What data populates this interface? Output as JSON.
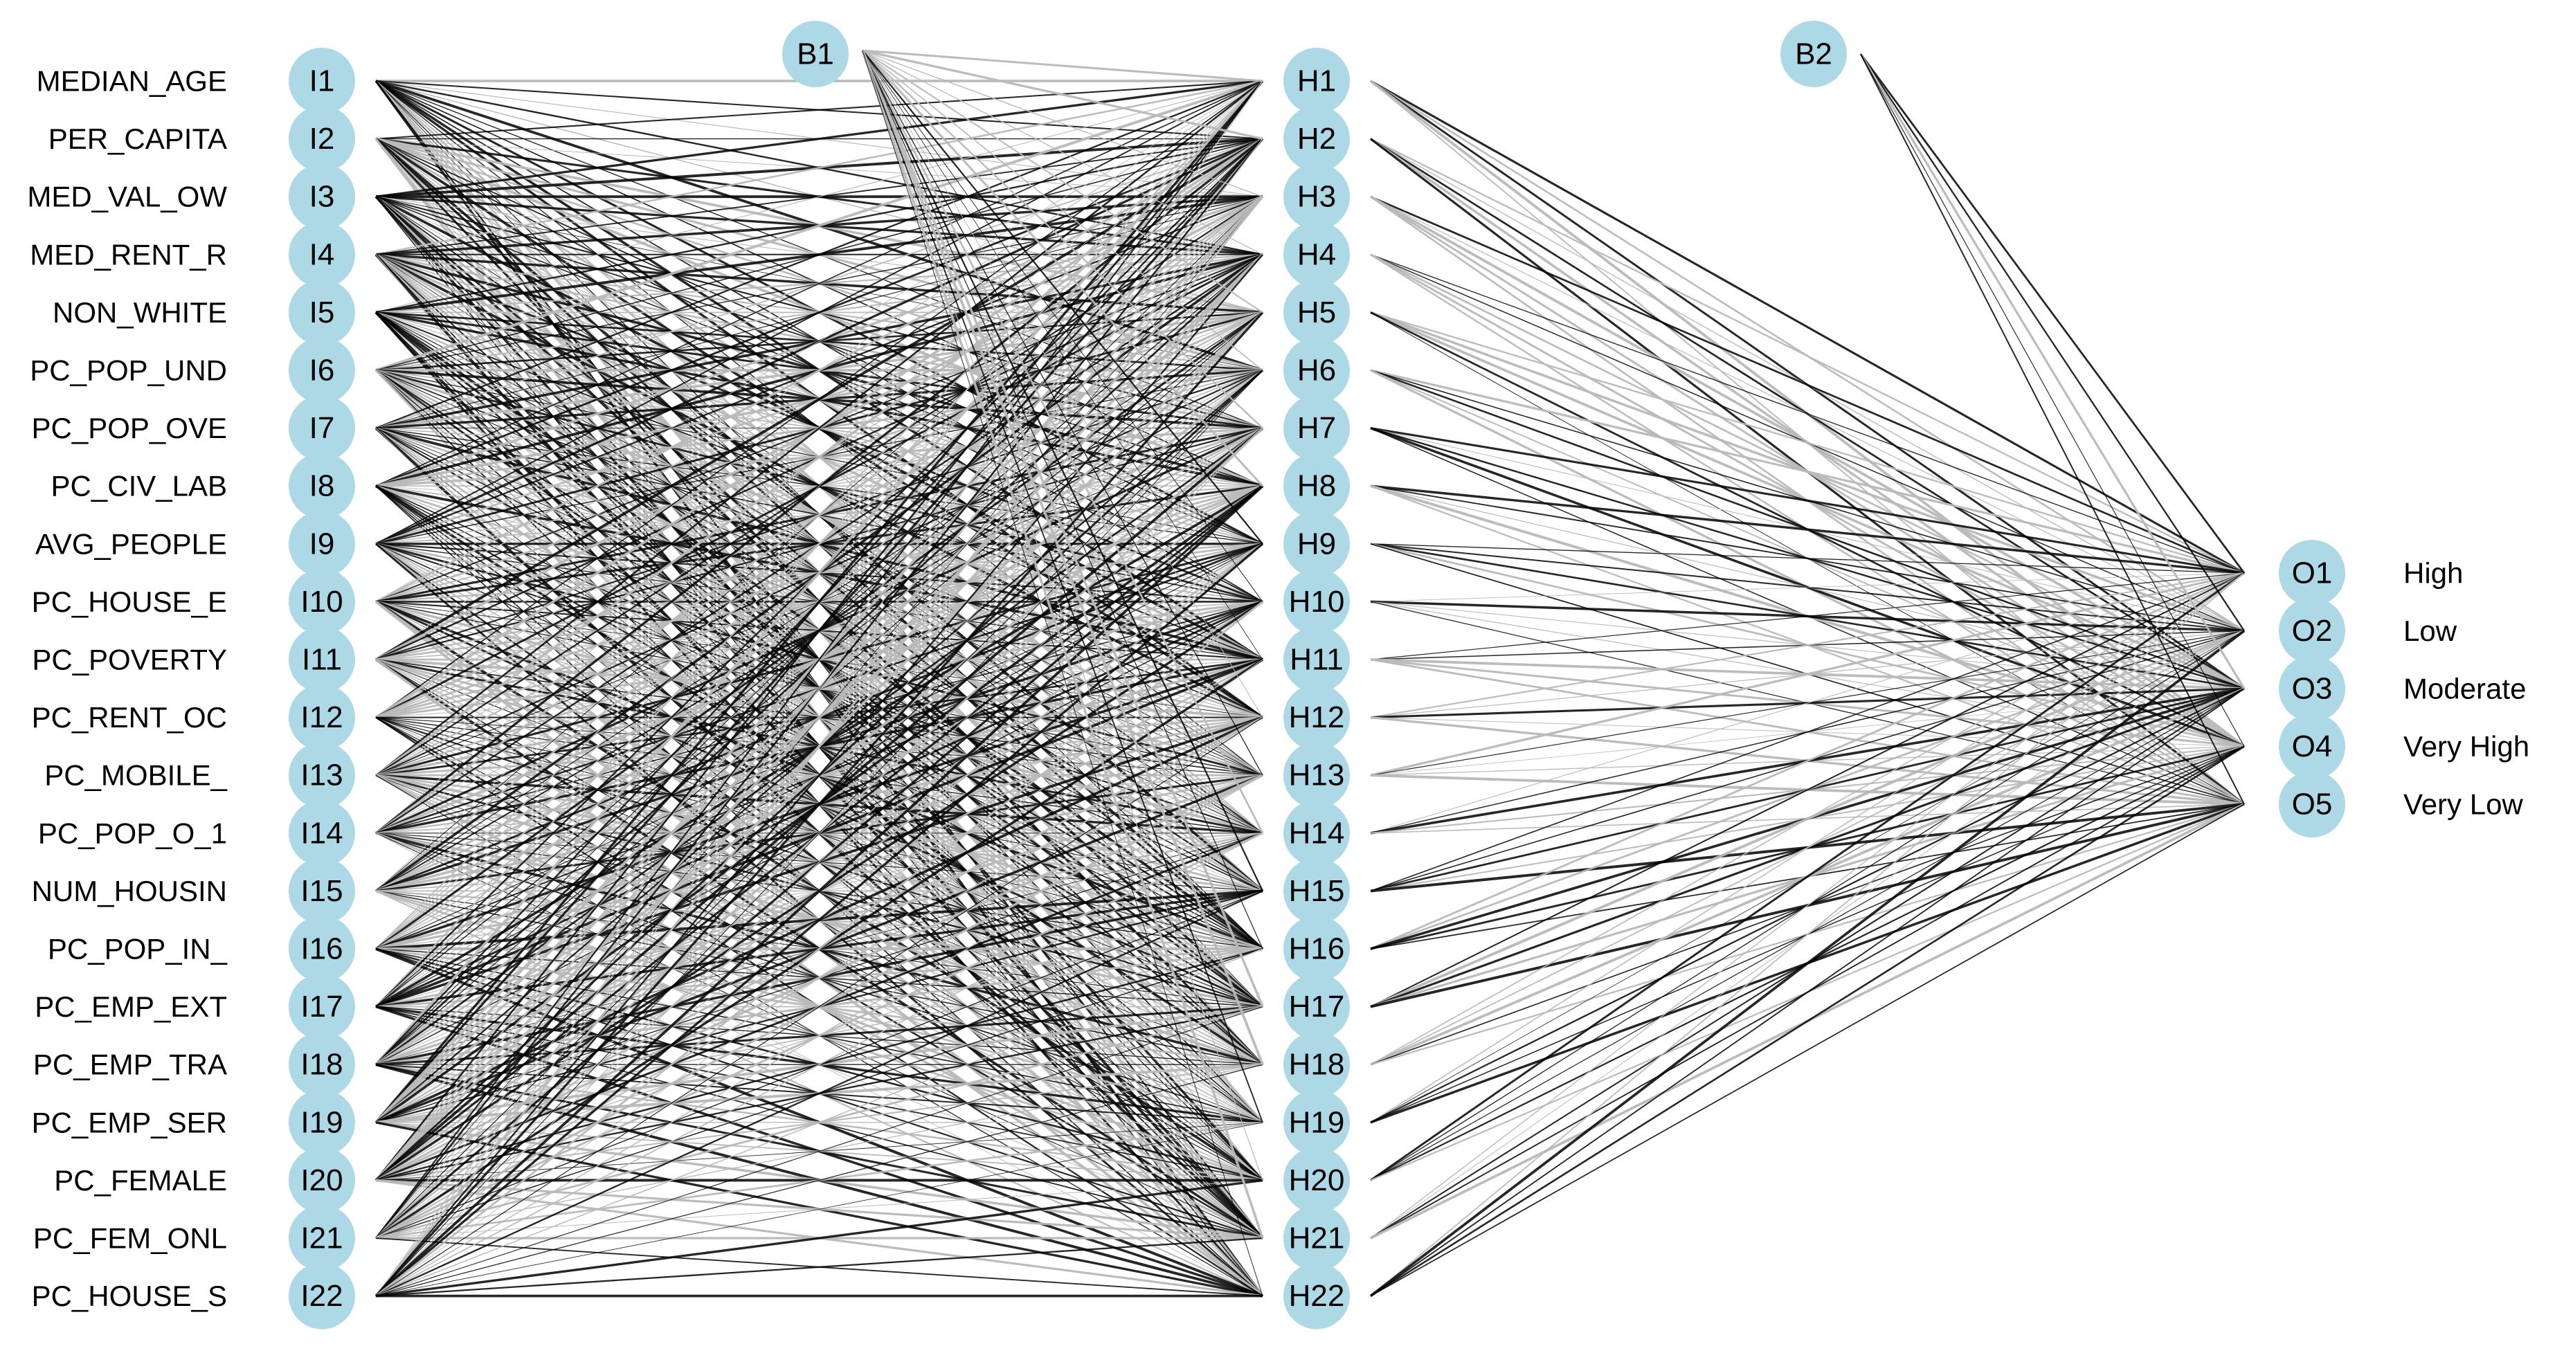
{
  "colors": {
    "node_fill": "#add8e6",
    "positive_weight": "#000000",
    "negative_weight": "#b8b8b8",
    "background": "#ffffff"
  },
  "network": {
    "bias_nodes": [
      {
        "id": "B1",
        "label": "B1"
      },
      {
        "id": "B2",
        "label": "B2"
      }
    ],
    "input_nodes": [
      {
        "id": "I1",
        "label": "I1",
        "feature": "MEDIAN_AGE"
      },
      {
        "id": "I2",
        "label": "I2",
        "feature": "PER_CAPITA"
      },
      {
        "id": "I3",
        "label": "I3",
        "feature": "MED_VAL_OW"
      },
      {
        "id": "I4",
        "label": "I4",
        "feature": "MED_RENT_R"
      },
      {
        "id": "I5",
        "label": "I5",
        "feature": "NON_WHITE"
      },
      {
        "id": "I6",
        "label": "I6",
        "feature": "PC_POP_UND"
      },
      {
        "id": "I7",
        "label": "I7",
        "feature": "PC_POP_OVE"
      },
      {
        "id": "I8",
        "label": "I8",
        "feature": "PC_CIV_LAB"
      },
      {
        "id": "I9",
        "label": "I9",
        "feature": "AVG_PEOPLE"
      },
      {
        "id": "I10",
        "label": "I10",
        "feature": "PC_HOUSE_E"
      },
      {
        "id": "I11",
        "label": "I11",
        "feature": "PC_POVERTY"
      },
      {
        "id": "I12",
        "label": "I12",
        "feature": "PC_RENT_OC"
      },
      {
        "id": "I13",
        "label": "I13",
        "feature": "PC_MOBILE_"
      },
      {
        "id": "I14",
        "label": "I14",
        "feature": "PC_POP_O_1"
      },
      {
        "id": "I15",
        "label": "I15",
        "feature": "NUM_HOUSIN"
      },
      {
        "id": "I16",
        "label": "I16",
        "feature": "PC_POP_IN_"
      },
      {
        "id": "I17",
        "label": "I17",
        "feature": "PC_EMP_EXT"
      },
      {
        "id": "I18",
        "label": "I18",
        "feature": "PC_EMP_TRA"
      },
      {
        "id": "I19",
        "label": "I19",
        "feature": "PC_EMP_SER"
      },
      {
        "id": "I20",
        "label": "I20",
        "feature": "PC_FEMALE"
      },
      {
        "id": "I21",
        "label": "I21",
        "feature": "PC_FEM_ONL"
      },
      {
        "id": "I22",
        "label": "I22",
        "feature": "PC_HOUSE_S"
      }
    ],
    "hidden_nodes": [
      {
        "id": "H1",
        "label": "H1"
      },
      {
        "id": "H2",
        "label": "H2"
      },
      {
        "id": "H3",
        "label": "H3"
      },
      {
        "id": "H4",
        "label": "H4"
      },
      {
        "id": "H5",
        "label": "H5"
      },
      {
        "id": "H6",
        "label": "H6"
      },
      {
        "id": "H7",
        "label": "H7"
      },
      {
        "id": "H8",
        "label": "H8"
      },
      {
        "id": "H9",
        "label": "H9"
      },
      {
        "id": "H10",
        "label": "H10"
      },
      {
        "id": "H11",
        "label": "H11"
      },
      {
        "id": "H12",
        "label": "H12"
      },
      {
        "id": "H13",
        "label": "H13"
      },
      {
        "id": "H14",
        "label": "H14"
      },
      {
        "id": "H15",
        "label": "H15"
      },
      {
        "id": "H16",
        "label": "H16"
      },
      {
        "id": "H17",
        "label": "H17"
      },
      {
        "id": "H18",
        "label": "H18"
      },
      {
        "id": "H19",
        "label": "H19"
      },
      {
        "id": "H20",
        "label": "H20"
      },
      {
        "id": "H21",
        "label": "H21"
      },
      {
        "id": "H22",
        "label": "H22"
      }
    ],
    "output_nodes": [
      {
        "id": "O1",
        "label": "O1",
        "class": "High"
      },
      {
        "id": "O2",
        "label": "O2",
        "class": "Low"
      },
      {
        "id": "O3",
        "label": "O3",
        "class": "Moderate"
      },
      {
        "id": "O4",
        "label": "O4",
        "class": "Very High"
      },
      {
        "id": "O5",
        "label": "O5",
        "class": "Very Low"
      }
    ]
  }
}
